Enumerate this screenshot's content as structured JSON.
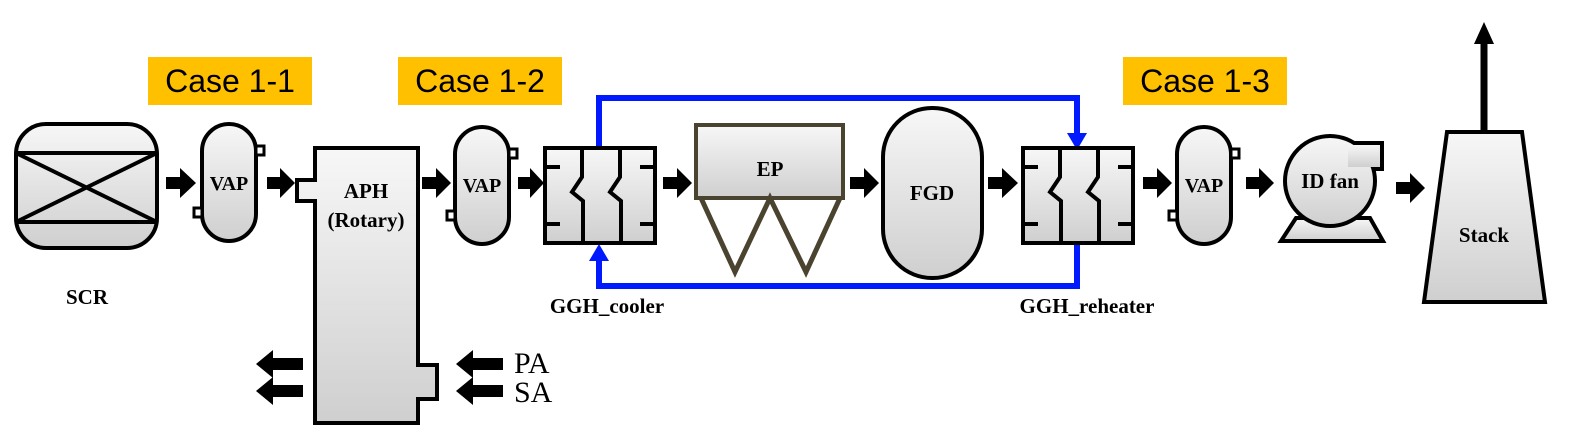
{
  "colors": {
    "case_highlight": "#ffc000",
    "recirculation_loop": "#0019ff",
    "ep_outline": "#4a4330",
    "equipment_fill_top": "#f7f7f7",
    "equipment_fill_bottom": "#cfcfcf",
    "flow_arrow": "#000000"
  },
  "cases": [
    {
      "label": "Case 1-1"
    },
    {
      "label": "Case 1-2"
    },
    {
      "label": "Case 1-3"
    }
  ],
  "units": {
    "scr": "SCR",
    "vap": "VAP",
    "aph_line1": "APH",
    "aph_line2": "(Rotary)",
    "ep": "EP",
    "fgd": "FGD",
    "id_fan": "ID fan",
    "stack": "Stack",
    "ggh_cooler": "GGH_cooler",
    "ggh_reheater": "GGH_reheater"
  },
  "air_streams": {
    "primary": "PA",
    "secondary": "SA"
  },
  "icons": [
    "flow-arrow-icon",
    "damper-x-icon",
    "heat-exchanger-zigzag-icon",
    "fan-icon"
  ]
}
